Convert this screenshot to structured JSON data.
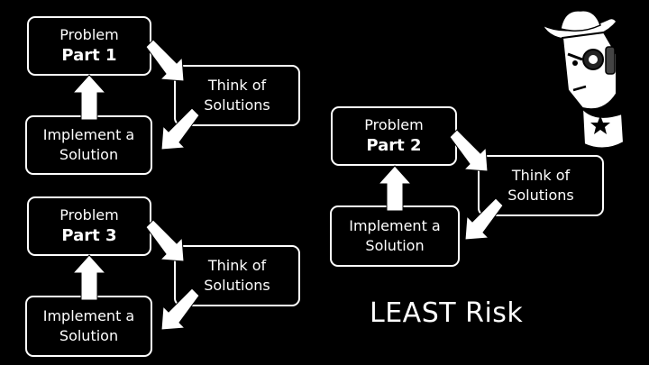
{
  "cycles": [
    {
      "problem_label": "Problem",
      "problem_part": "Part 1",
      "think_label": "Think of Solutions",
      "implement_label": "Implement a Solution"
    },
    {
      "problem_label": "Problem",
      "problem_part": "Part 2",
      "think_label": "Think of Solutions",
      "implement_label": "Implement a Solution"
    },
    {
      "problem_label": "Problem",
      "problem_part": "Part 3",
      "think_label": "Think of Solutions",
      "implement_label": "Implement a Solution"
    }
  ],
  "caption": "LEAST Risk",
  "mascot_icon": "cowboy-robot-mascot",
  "colors": {
    "background": "#000000",
    "foreground": "#ffffff"
  }
}
